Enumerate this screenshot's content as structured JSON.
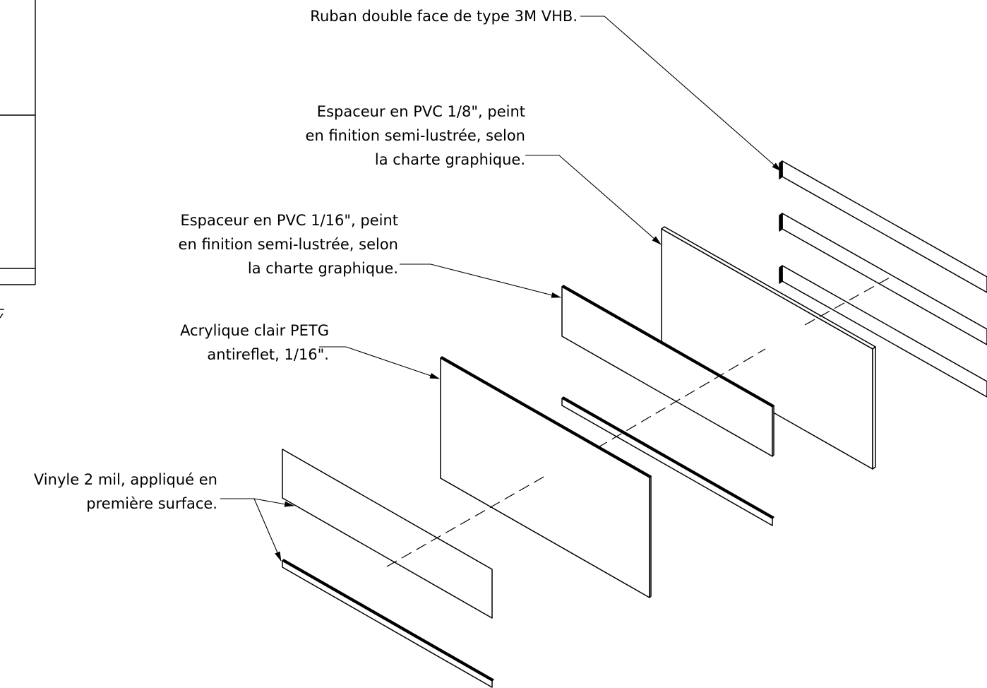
{
  "colors": {
    "ink": "#000000",
    "paper": "#ffffff"
  },
  "callouts": {
    "ruban": {
      "lines": [
        "Ruban double face de type 3M VHB."
      ]
    },
    "espaceur_1_8": {
      "lines": [
        "Espaceur en PVC 1/8\", peint",
        "en finition semi-lustrée, selon",
        "la charte graphique."
      ]
    },
    "espaceur_1_16": {
      "lines": [
        "Espaceur en PVC 1/16\", peint",
        "en finition semi-lustrée, selon",
        "la charte graphique."
      ]
    },
    "acrylique": {
      "lines": [
        "Acrylique clair PETG",
        "antireflet, 1/16\"."
      ]
    },
    "vinyle": {
      "lines": [
        "Vinyle 2 mil, appliqué en",
        "première surface."
      ]
    }
  }
}
